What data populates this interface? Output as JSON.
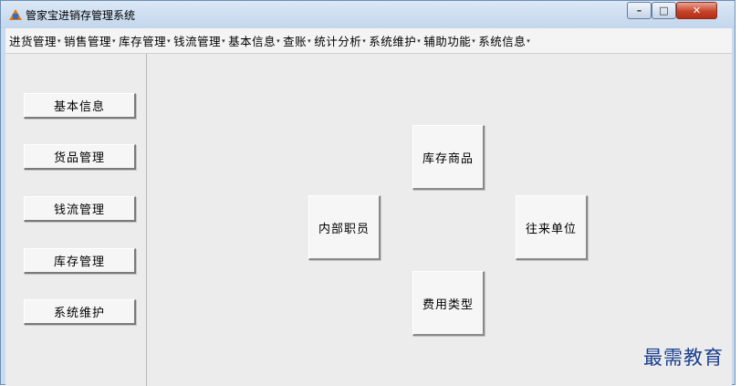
{
  "window": {
    "title": "管家宝进销存管理系统",
    "controls": {
      "minimize": "–",
      "maximize": "□",
      "close": "✕"
    }
  },
  "menubar": {
    "items": [
      {
        "label": "进货管理"
      },
      {
        "label": "销售管理"
      },
      {
        "label": "库存管理"
      },
      {
        "label": "钱流管理"
      },
      {
        "label": "基本信息"
      },
      {
        "label": "查账 "
      },
      {
        "label": "统计分析"
      },
      {
        "label": "系统维护"
      },
      {
        "label": "辅助功能"
      },
      {
        "label": "系统信息"
      }
    ],
    "caret": "▾"
  },
  "sidebar": {
    "buttons": [
      {
        "label": "基本信息"
      },
      {
        "label": "货品管理"
      },
      {
        "label": "钱流管理"
      },
      {
        "label": "库存管理"
      },
      {
        "label": "系统维护"
      }
    ]
  },
  "main": {
    "buttons": {
      "inventory_goods": "库存商品",
      "internal_staff": "内部职员",
      "partner_units": "往来单位",
      "expense_types": "费用类型"
    }
  },
  "watermark": "最需教育",
  "colors": {
    "title_bar": "#c9dbee",
    "close_button": "#c7432a",
    "client_bg": "#ececec",
    "watermark": "#1b3f8f"
  }
}
